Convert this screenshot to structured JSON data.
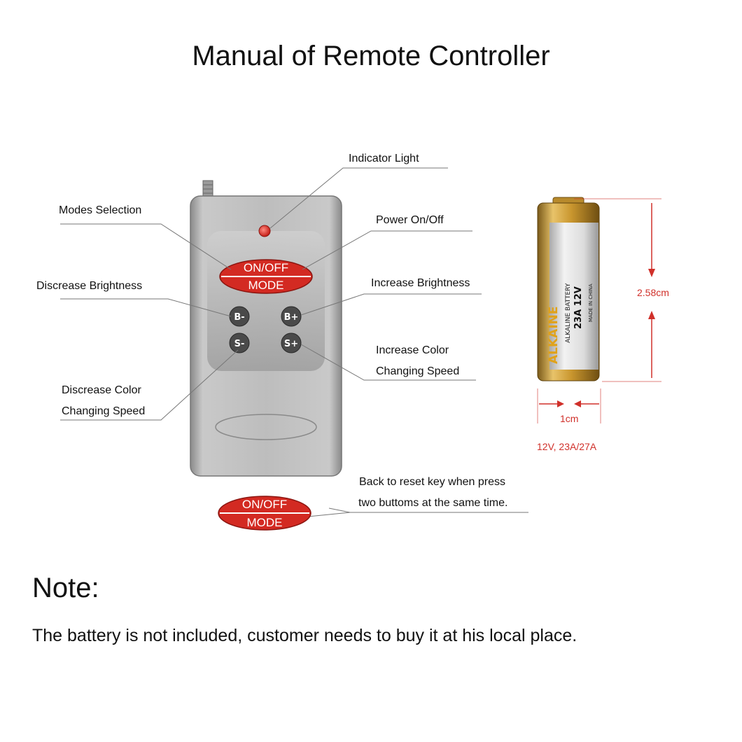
{
  "title": "Manual of Remote Controller",
  "labels": {
    "indicator_light": "Indicator Light",
    "modes_selection": "Modes Selection",
    "power_on_off": "Power On/Off",
    "decrease_brightness": "Discrease Brightness",
    "increase_brightness": "Increase Brightness",
    "increase_color_line1": "Increase Color",
    "increase_color_line2": "Changing Speed",
    "decrease_color_line1": "Discrease Color",
    "decrease_color_line2": "Changing Speed",
    "reset_line1": "Back to reset key when press",
    "reset_line2": "two buttoms at the same time."
  },
  "remote": {
    "onoff_label": "ON/OFF",
    "mode_label": "MODE",
    "buttons": [
      "B-",
      "B+",
      "S-",
      "S+"
    ]
  },
  "battery": {
    "brand": "ALKAINE",
    "type_line": "ALKALINE BATTERY",
    "model_line": "23A 12V",
    "origin_line": "MADE IN CHINA",
    "height": "2.58cm",
    "width": "1cm",
    "spec": "12V, 23A/27A"
  },
  "note": {
    "heading": "Note:",
    "text": "The battery is not included, customer needs to buy it at his local place."
  }
}
